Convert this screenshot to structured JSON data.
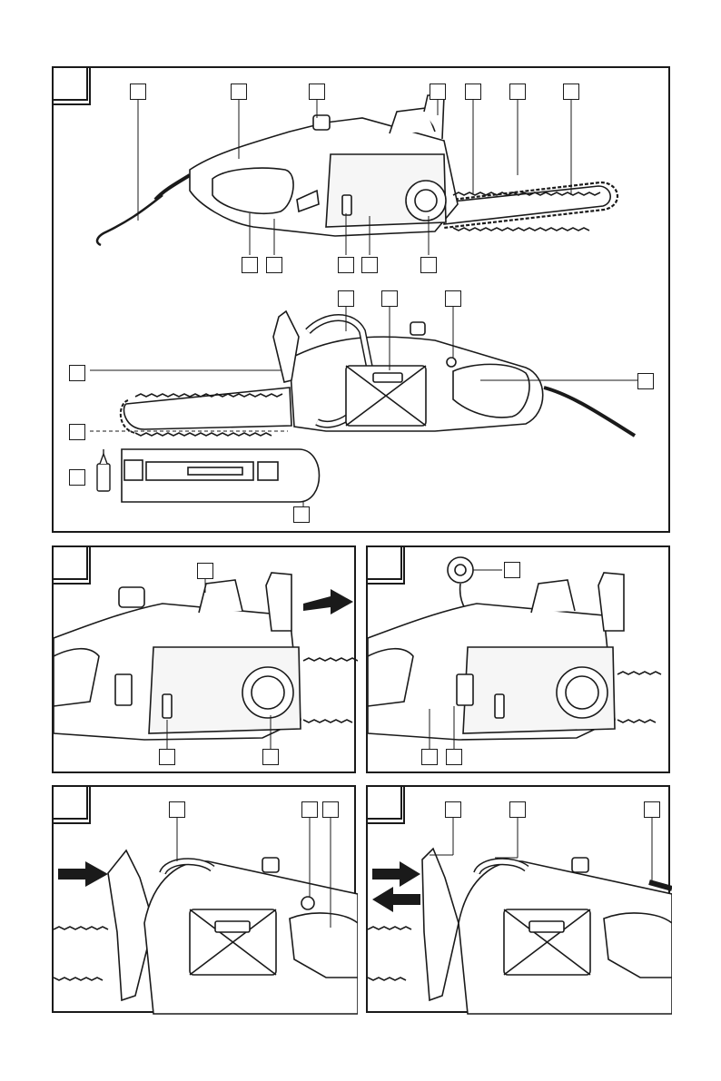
{
  "page": {
    "title": ""
  },
  "panels": [
    {
      "id": "overview",
      "figure_number": "",
      "callouts": 22
    },
    {
      "id": "brake-release",
      "figure_number": "",
      "callouts": 3
    },
    {
      "id": "oil-fill",
      "figure_number": "",
      "callouts": 3
    },
    {
      "id": "brake-engage",
      "figure_number": "",
      "callouts": 3
    },
    {
      "id": "brake-test",
      "figure_number": "",
      "callouts": 3
    }
  ],
  "icons": {
    "arrow": "direction-arrow-icon",
    "oil_bottle": "oil-bottle-icon",
    "chainsaw": "chainsaw-icon"
  },
  "colors": {
    "line": "#1a1a1a",
    "fill": "#ffffff",
    "shade": "#4d4d4d"
  }
}
